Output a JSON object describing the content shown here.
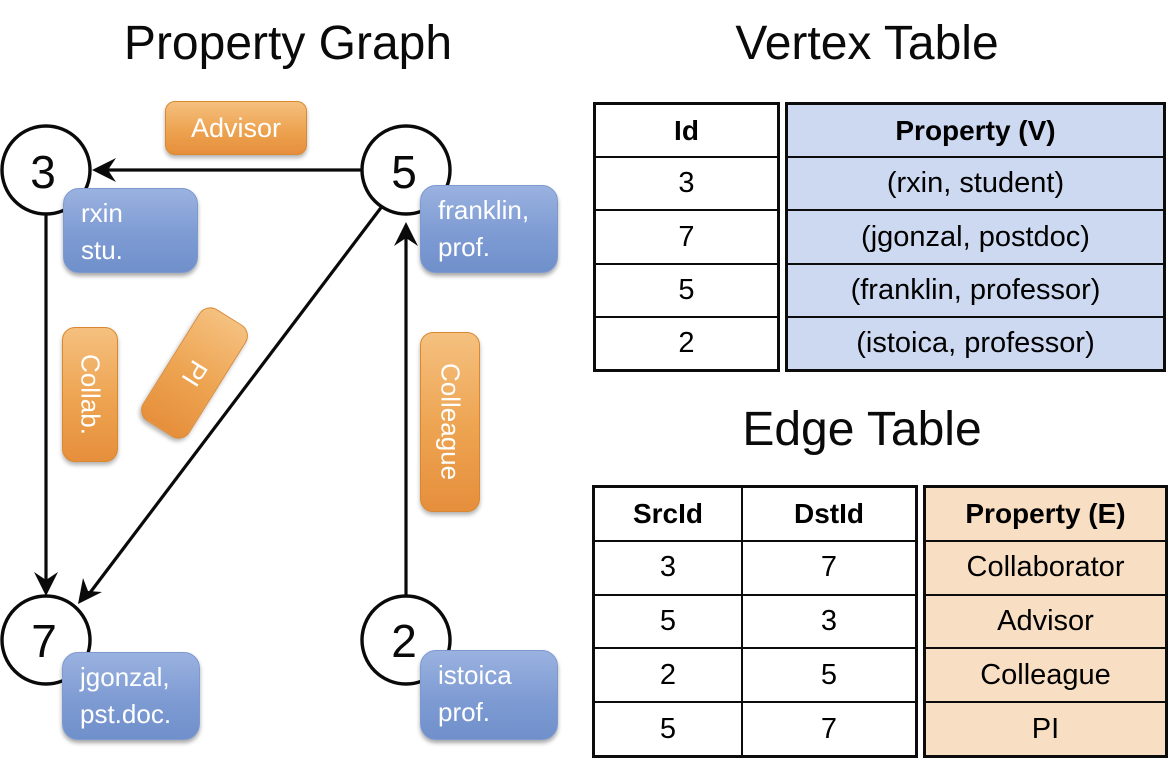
{
  "titles": {
    "graph": "Property Graph",
    "vertex_table": "Vertex Table",
    "edge_table": "Edge Table"
  },
  "graph": {
    "nodes": [
      {
        "id": "3",
        "line1": "rxin",
        "line2": "stu."
      },
      {
        "id": "5",
        "line1": "franklin,",
        "line2": "prof."
      },
      {
        "id": "7",
        "line1": "jgonzal,",
        "line2": "pst.doc."
      },
      {
        "id": "2",
        "line1": "istoica",
        "line2": "prof."
      }
    ],
    "edge_labels": {
      "advisor": "Advisor",
      "collab": "Collab.",
      "pi": "PI",
      "colleague": "Colleague"
    }
  },
  "vertex_table": {
    "id_header": "Id",
    "property_header": "Property (V)",
    "ids": [
      "3",
      "7",
      "5",
      "2"
    ],
    "properties": [
      "(rxin, student)",
      "(jgonzal, postdoc)",
      "(franklin, professor)",
      "(istoica, professor)"
    ]
  },
  "edge_table": {
    "src_header": "SrcId",
    "dst_header": "DstId",
    "property_header": "Property (E)",
    "src_ids": [
      "3",
      "5",
      "2",
      "5"
    ],
    "dst_ids": [
      "7",
      "3",
      "5",
      "7"
    ],
    "properties": [
      "Collaborator",
      "Advisor",
      "Colleague",
      "PI"
    ]
  },
  "colors": {
    "vertex_property_fill": "#cdd9f0",
    "edge_property_fill": "#f8dec2",
    "node_box_blue": "#7e9bd3",
    "edge_box_orange": "#eda350",
    "line_black": "#000000"
  }
}
